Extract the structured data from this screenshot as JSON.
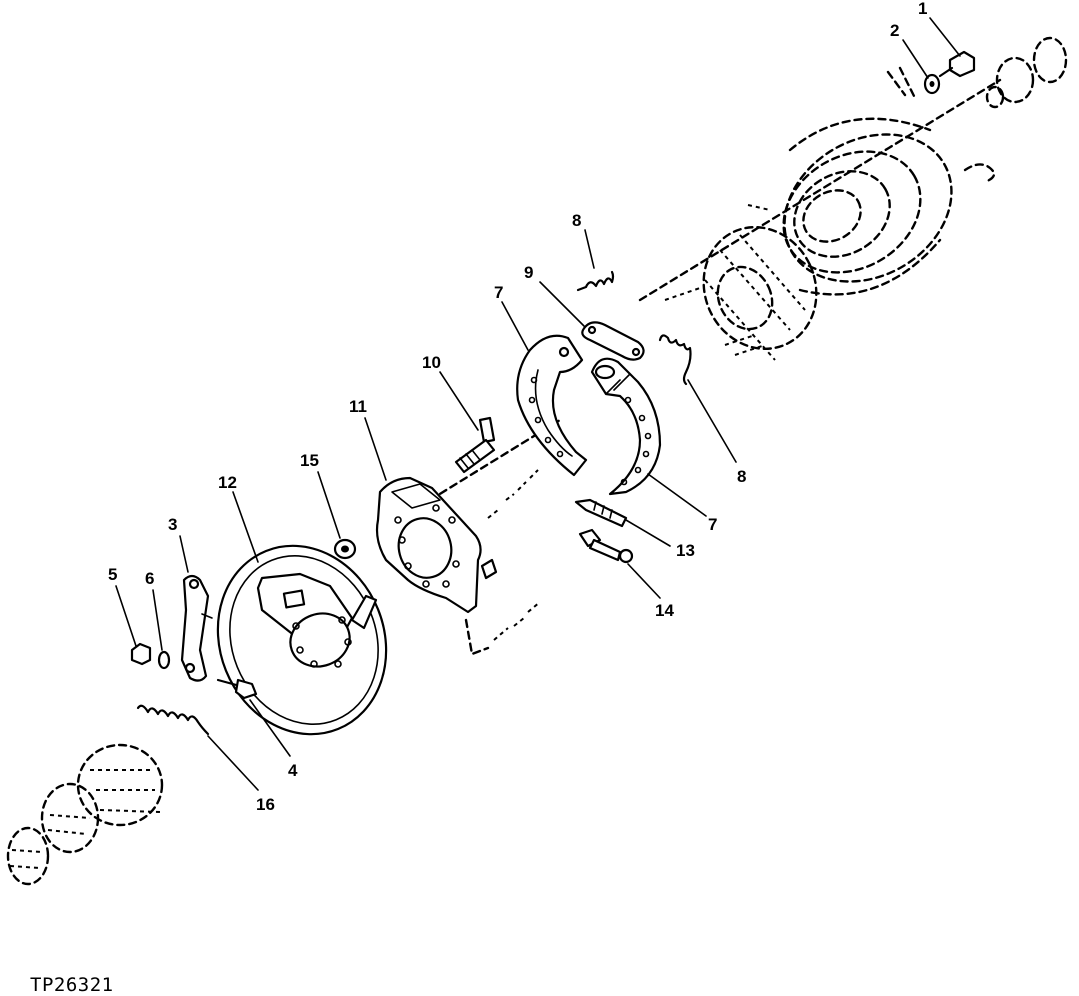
{
  "figure_id": "TP26321",
  "callouts": [
    {
      "id": "c1",
      "text": "1"
    },
    {
      "id": "c2",
      "text": "2"
    },
    {
      "id": "c3",
      "text": "3"
    },
    {
      "id": "c4",
      "text": "4"
    },
    {
      "id": "c5",
      "text": "5"
    },
    {
      "id": "c6",
      "text": "6"
    },
    {
      "id": "c7a",
      "text": "7"
    },
    {
      "id": "c7b",
      "text": "7"
    },
    {
      "id": "c8a",
      "text": "8"
    },
    {
      "id": "c8b",
      "text": "8"
    },
    {
      "id": "c9",
      "text": "9"
    },
    {
      "id": "c10",
      "text": "10"
    },
    {
      "id": "c11",
      "text": "11"
    },
    {
      "id": "c12",
      "text": "12"
    },
    {
      "id": "c13",
      "text": "13"
    },
    {
      "id": "c14",
      "text": "14"
    },
    {
      "id": "c15",
      "text": "15"
    },
    {
      "id": "c16",
      "text": "16"
    }
  ]
}
